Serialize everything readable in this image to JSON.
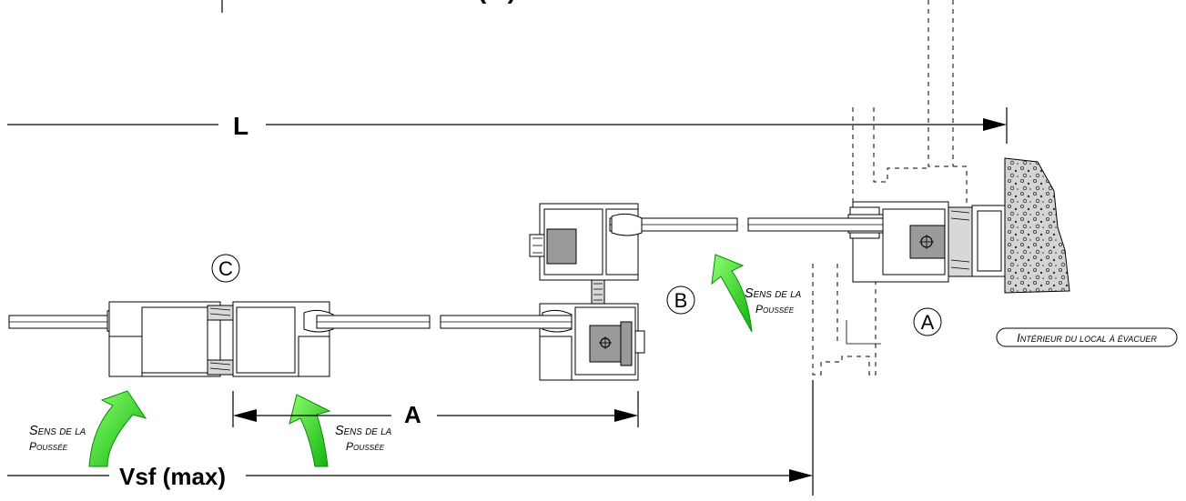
{
  "dimensions": {
    "top_label": "(...)",
    "L": "L",
    "A": "A",
    "Vsf": "Vsf (max)"
  },
  "positions": {
    "A": "A",
    "B": "B",
    "C": "C"
  },
  "push_direction": {
    "line1": "Sens de la",
    "line2": "poussée"
  },
  "interior_label": "Intérieur du local à évacuer",
  "colors": {
    "arrow_green": "#2ee82e",
    "arrow_dark": "#0a8a0a",
    "hatch_grey": "#9a9a9a"
  }
}
